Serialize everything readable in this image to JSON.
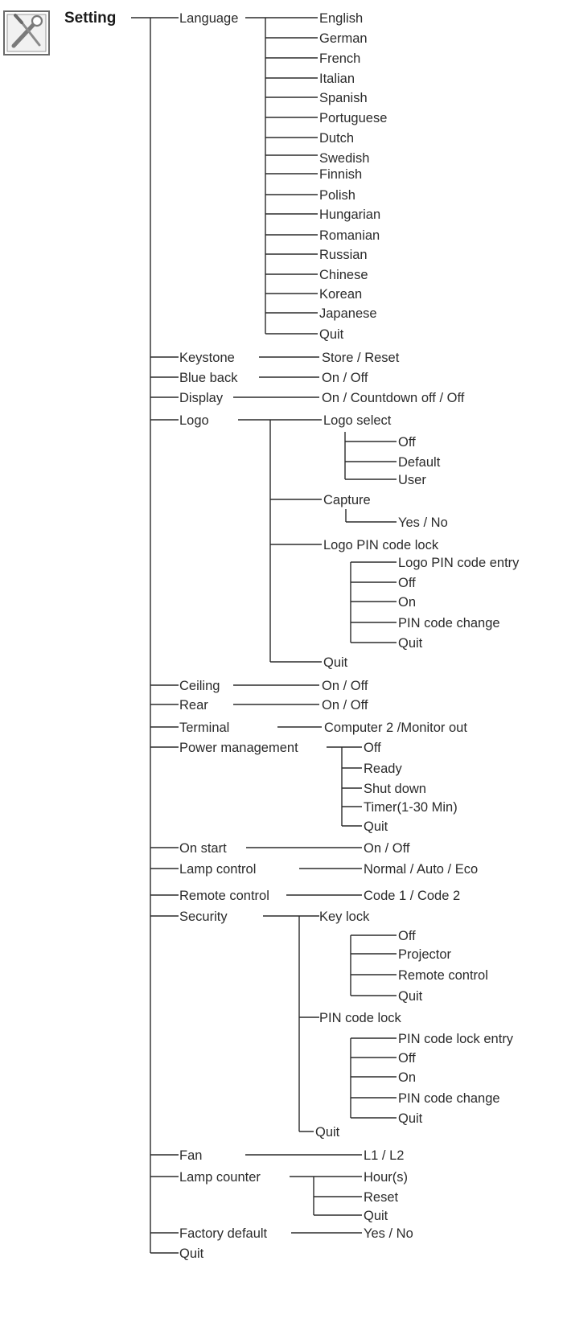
{
  "title": "Setting",
  "icon": "wrench-screwdriver-icon",
  "labels": {
    "language": "Language",
    "lang_english": "English",
    "lang_german": "German",
    "lang_french": "French",
    "lang_italian": "Italian",
    "lang_spanish": "Spanish",
    "lang_portuguese": "Portuguese",
    "lang_dutch": "Dutch",
    "lang_swedish": "Swedish",
    "lang_finnish": "Finnish",
    "lang_polish": "Polish",
    "lang_hungarian": "Hungarian",
    "lang_romanian": "Romanian",
    "lang_russian": "Russian",
    "lang_chinese": "Chinese",
    "lang_korean": "Korean",
    "lang_japanese": "Japanese",
    "lang_quit": "Quit",
    "keystone": "Keystone",
    "keystone_val": "Store / Reset",
    "blueback": "Blue back",
    "blueback_val": "On / Off",
    "display": "Display",
    "display_val": "On / Countdown off / Off",
    "logo": "Logo",
    "logo_select": "Logo select",
    "ls_off": "Off",
    "ls_default": "Default",
    "ls_user": "User",
    "capture": "Capture",
    "cap_yesno": "Yes / No",
    "logo_pin": "Logo PIN code lock",
    "lp_entry": "Logo PIN code entry",
    "lp_off": "Off",
    "lp_on": "On",
    "lp_change": "PIN code change",
    "lp_quit": "Quit",
    "logo_quit": "Quit",
    "ceiling": "Ceiling",
    "ceiling_val": "On / Off",
    "rear": "Rear",
    "rear_val": "On / Off",
    "terminal": "Terminal",
    "terminal_val": "Computer 2 /Monitor out",
    "powermgmt": "Power management",
    "pm_off": "Off",
    "pm_ready": "Ready",
    "pm_shutdown": "Shut down",
    "pm_timer": "Timer(1-30 Min)",
    "pm_quit": "Quit",
    "onstart": "On start",
    "onstart_val": "On / Off",
    "lampcontrol": "Lamp control",
    "lampcontrol_val": "Normal / Auto / Eco",
    "remote": "Remote control",
    "remote_val": "Code 1 / Code 2",
    "security": "Security",
    "keylock": "Key lock",
    "kl_off": "Off",
    "kl_projector": "Projector",
    "kl_remote": "Remote control",
    "kl_quit": "Quit",
    "pinlock": "PIN code lock",
    "pl_entry": "PIN code lock entry",
    "pl_off": "Off",
    "pl_on": "On",
    "pl_change": "PIN code change",
    "pl_quit": "Quit",
    "sec_quit": "Quit",
    "fan": "Fan",
    "fan_val": "L1 / L2",
    "lampcounter": "Lamp counter",
    "lc_hours": "Hour(s)",
    "lc_reset": "Reset",
    "lc_quit": "Quit",
    "factory": "Factory default",
    "factory_val": "Yes / No",
    "quit": "Quit"
  }
}
